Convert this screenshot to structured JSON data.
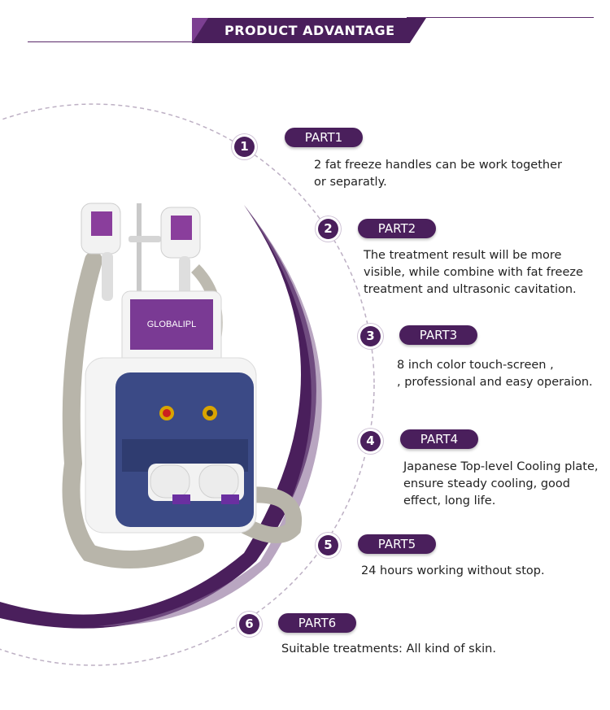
{
  "banner": {
    "title": "PRODUCT ADVANTAGE"
  },
  "device": {
    "screen_brand": "GLOBALIPL"
  },
  "parts": [
    {
      "number": "1",
      "label": "PART1",
      "lines": [
        "2 fat freeze handles can be work together",
        "or separatly."
      ]
    },
    {
      "number": "2",
      "label": "PART2",
      "lines": [
        "The treatment result will be more",
        "visible, while combine with fat freeze",
        "treatment and ultrasonic cavitation."
      ]
    },
    {
      "number": "3",
      "label": "PART3",
      "lines": [
        "8 inch color touch-screen ,",
        ", professional and easy operaion."
      ]
    },
    {
      "number": "4",
      "label": "PART4",
      "lines": [
        "Japanese Top-level Cooling plate,",
        "ensure steady cooling, good",
        "effect, long life."
      ]
    },
    {
      "number": "5",
      "label": "PART5",
      "lines": [
        "24 hours working without stop."
      ]
    },
    {
      "number": "6",
      "label": "PART6",
      "lines": [
        "Suitable treatments: All kind of skin."
      ]
    }
  ],
  "colors": {
    "accent": "#4a1f5c",
    "accent_light": "#7c3f91",
    "dashed_arc": "#bdb0c4"
  }
}
